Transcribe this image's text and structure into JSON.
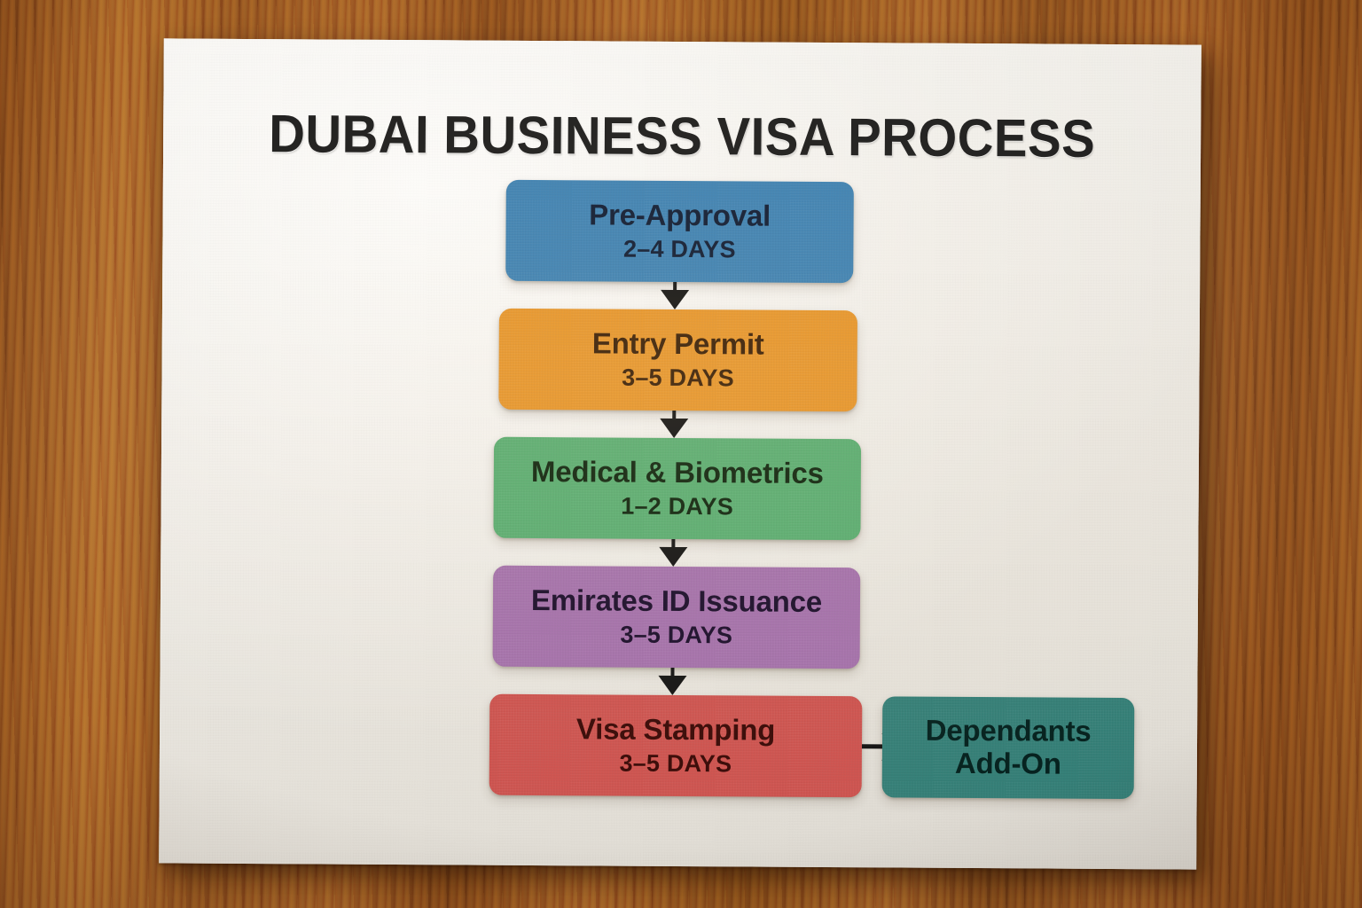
{
  "background": {
    "surface": "wood-desk",
    "paper_color": "#edeae4",
    "wood_color": "#9c5f27"
  },
  "poster": {
    "title": "DUBAI BUSINESS VISA PROCESS",
    "title_color": "#1d1d1d"
  },
  "flow": {
    "steps": [
      {
        "label": "Pre-Approval",
        "duration": "2–4 DAYS",
        "fill": "#3d82b4",
        "text_color": "#101c33"
      },
      {
        "label": "Entry Permit",
        "duration": "3–5 DAYS",
        "fill": "#e8962a",
        "text_color": "#3a1f06"
      },
      {
        "label": "Medical & Biometrics",
        "duration": "1–2 DAYS",
        "fill": "#5aae71",
        "text_color": "#10250f"
      },
      {
        "label": "Emirates ID Issuance",
        "duration": "3–5 DAYS",
        "fill": "#a571ac",
        "text_color": "#1b0e2b"
      },
      {
        "label": "Visa Stamping",
        "duration": "3–5 DAYS",
        "fill": "#cf5450",
        "text_color": "#3a0b08"
      }
    ],
    "addon": {
      "label_line1": "Dependants",
      "label_line2": "Add-On",
      "fill": "#358078",
      "text_color": "#06221f"
    },
    "connectors": {
      "vertical_count": 4,
      "horizontal_count": 1,
      "color": "#141414",
      "head_style_vertical": "filled-triangle",
      "head_style_horizontal": "open-chevron"
    }
  }
}
